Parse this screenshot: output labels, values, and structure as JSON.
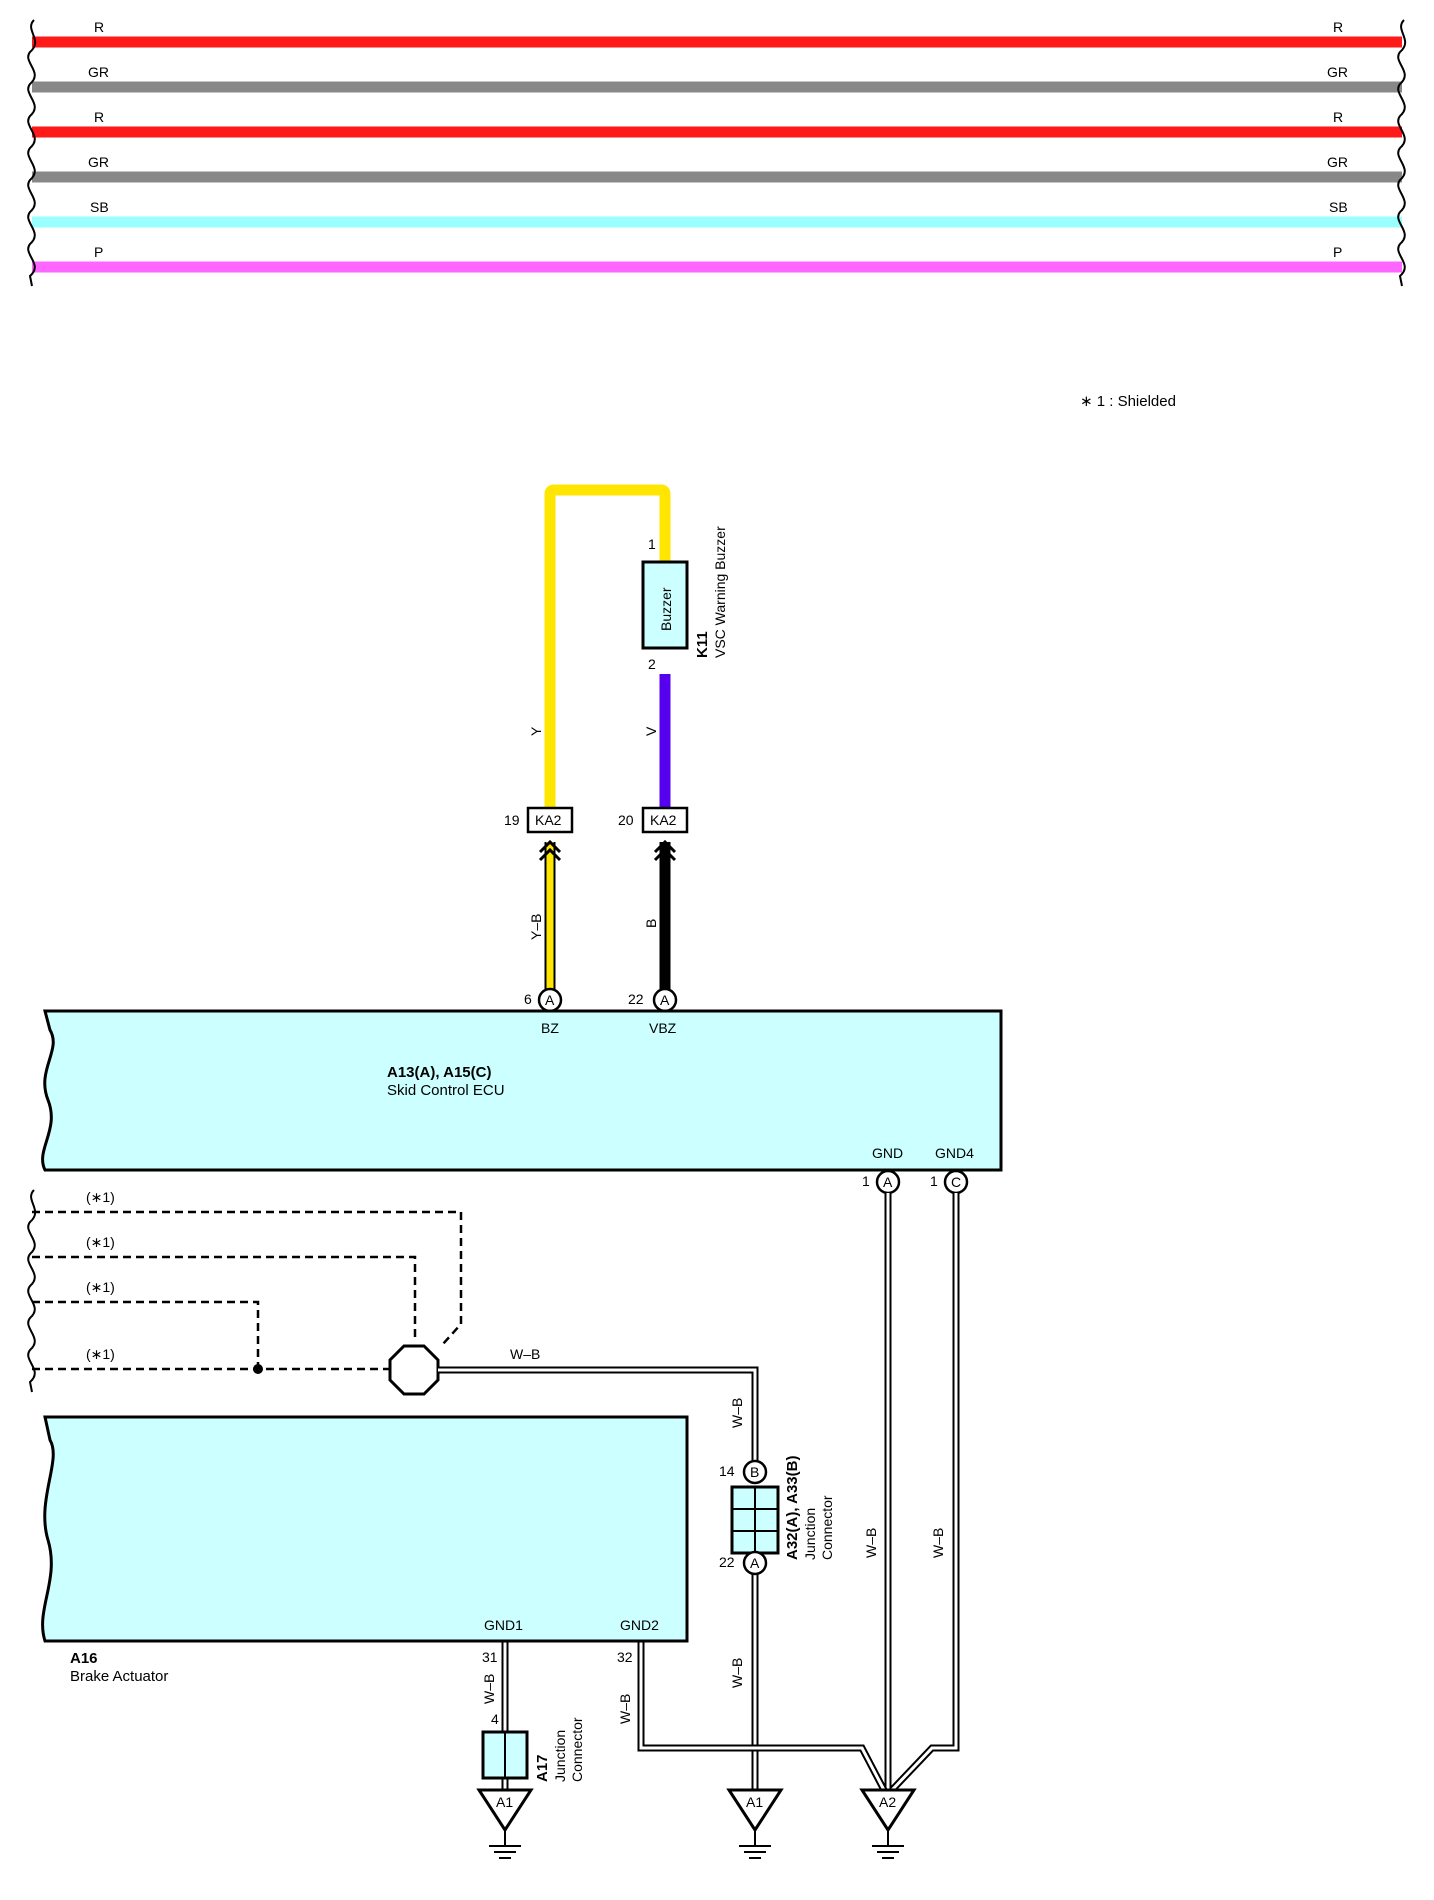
{
  "colors": {
    "R": "#ff1a1a",
    "GR": "#888888",
    "SB": "#99ffff",
    "P": "#ff66ff",
    "Y": "#ffe600",
    "V": "#5500ee",
    "B": "#000000",
    "ecu_fill": "#ccffff"
  },
  "top_wires": [
    {
      "code": "R"
    },
    {
      "code": "GR"
    },
    {
      "code": "R"
    },
    {
      "code": "GR"
    },
    {
      "code": "SB"
    },
    {
      "code": "P"
    }
  ],
  "note": "∗ 1 : Shielded",
  "buzzer": {
    "id": "K11",
    "name": "VSC Warning Buzzer",
    "label": "Buzzer",
    "pin1": "1",
    "pin2": "2"
  },
  "wire_labels": {
    "y": "Y",
    "v": "V",
    "yb": "Y–B",
    "b": "B",
    "wb": "W–B"
  },
  "connectors": {
    "ka2": "KA2",
    "ka2_pin_left": "19",
    "ka2_pin_right": "20",
    "pin_a": "A",
    "pin_b": "B",
    "pin_c": "C"
  },
  "ecu": {
    "id": "A13(A), A15(C)",
    "name": "Skid Control ECU",
    "bz_pin": "6",
    "bz_label": "BZ",
    "vbz_pin": "22",
    "vbz_label": "VBZ",
    "gnd_label": "GND",
    "gnd_pin": "1",
    "gnd4_label": "GND4",
    "gnd4_pin": "1"
  },
  "shielded_label": "(∗1)",
  "junction_a32": {
    "id": "A32(A), A33(B)",
    "name_line1": "Junction",
    "name_line2": "Connector",
    "pin_top": "14",
    "pin_bottom": "22"
  },
  "actuator": {
    "id": "A16",
    "name": "Brake Actuator",
    "gnd1_label": "GND1",
    "gnd2_label": "GND2",
    "gnd1_pin": "31",
    "gnd2_pin": "32"
  },
  "junction_a17": {
    "id": "A17",
    "name_line1": "Junction",
    "name_line2": "Connector",
    "pin": "4"
  },
  "grounds": {
    "g1": "A1",
    "g2": "A1",
    "g3": "A2"
  }
}
